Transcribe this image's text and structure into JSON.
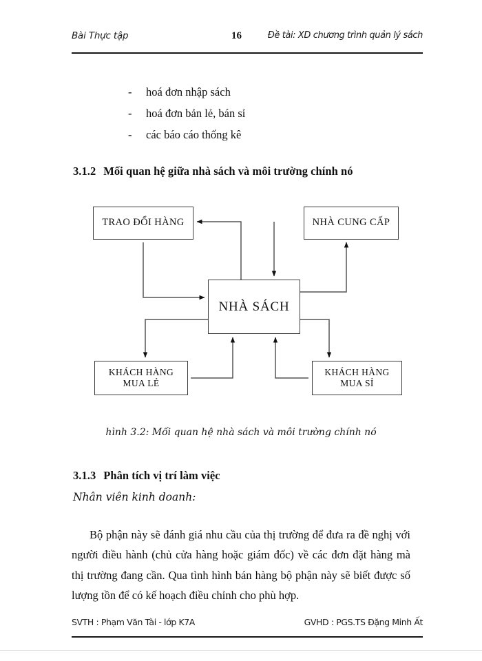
{
  "header": {
    "left": "Bài Thực tập",
    "page_number": "16",
    "right": "Đề tài:  XD chương trình quản lý sách"
  },
  "bullets": [
    {
      "marker": "-",
      "text": "hoá đơn nhập sách"
    },
    {
      "marker": "-",
      "text": "hoá đơn bản lẻ,  bán sỉ"
    },
    {
      "marker": "-",
      "text": "các báo cáo thống kê"
    }
  ],
  "sections": {
    "s312": {
      "number": "3.1.2",
      "title": "Mối quan hệ giữa nhà sách và môi trường chính nó"
    },
    "s313": {
      "number": "3.1.3",
      "title": "Phân tích vị trí làm việc"
    },
    "subheading": "Nhân viên kinh doanh:"
  },
  "diagram": {
    "boxes": {
      "trao_doi_hang": "TRAO ĐỔI HÀNG",
      "nha_cung_cap": "NHÀ CUNG CẤP",
      "nha_sach": "NHÀ SÁCH",
      "khach_hang_mua_le": "KHÁCH HÀNG\nMUA LẺ",
      "khach_hang_mua_si": "KHÁCH HÀNG\nMUA SỈ"
    },
    "caption": "hình 3.2: Mối quan hệ nhà sách và môi trường chính nó"
  },
  "body": {
    "paragraph": "Bộ phận này sẽ đánh giá nhu cầu của thị trường để đưa ra đề nghị với người điều hành (chủ cửa hàng hoặc giám đốc) về các đơn đặt hàng mà thị trường đang cần. Qua tình hình bán hàng bộ phận này sẽ biết được số lượng tồn để có kế hoạch điều chỉnh cho phù hợp."
  },
  "footer": {
    "left": "SVTH : Phạm Văn Tài - lớp K7A",
    "right": "GVHD : PGS.TS Đặng Minh Ất"
  }
}
